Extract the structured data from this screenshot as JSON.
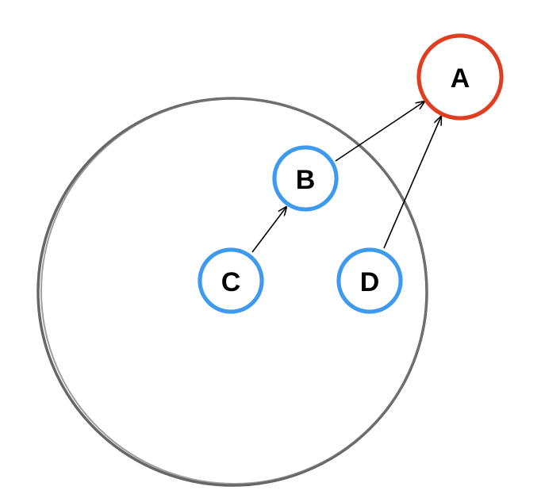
{
  "diagram": {
    "colors": {
      "background": "#ffffff",
      "region": "#555555",
      "node_blue": "#3d9aef",
      "node_red": "#e03e22",
      "edge": "#000000",
      "label": "#000000"
    },
    "nodes": {
      "a": {
        "label": "A",
        "style": "red"
      },
      "b": {
        "label": "B",
        "style": "blue"
      },
      "c": {
        "label": "C",
        "style": "blue"
      },
      "d": {
        "label": "D",
        "style": "blue"
      }
    },
    "edges": [
      {
        "from": "C",
        "to": "B",
        "directed": true
      },
      {
        "from": "B",
        "to": "A",
        "directed": true
      },
      {
        "from": "D",
        "to": "A",
        "directed": true
      }
    ],
    "region_contains": [
      "B",
      "C",
      "D"
    ]
  }
}
